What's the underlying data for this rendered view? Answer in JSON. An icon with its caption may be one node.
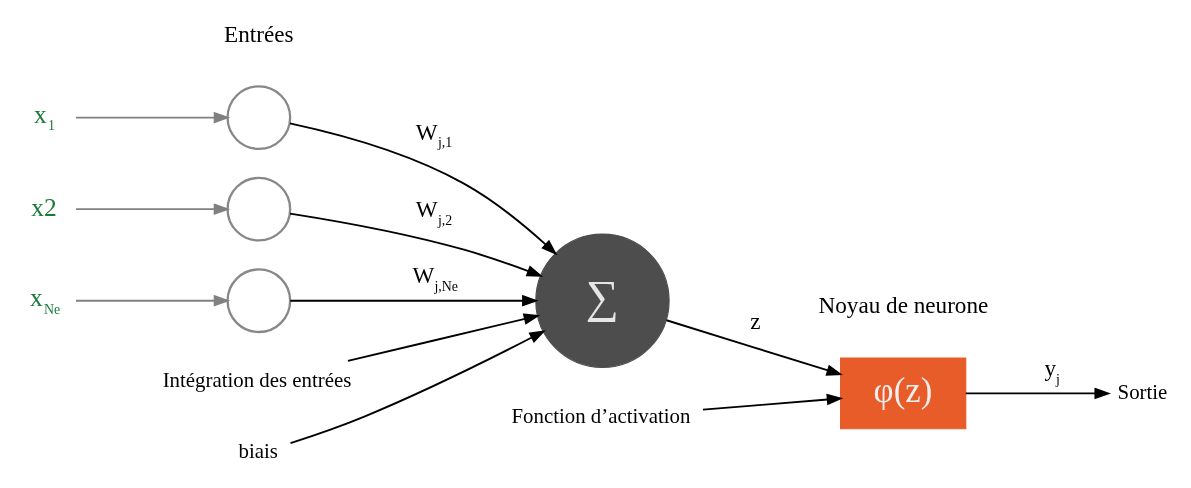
{
  "diagram": {
    "nodes": [
      {
        "text": [
          "x$_{1}$"
        ]
      },
      {
        "text": [
          "x2"
        ]
      },
      {
        "text": [
          "x$_{Ne}$"
        ]
      },
      {
        "text": [],
        "shape": "circle"
      },
      {
        "text": [],
        "shape": "circle"
      },
      {
        "text": [],
        "shape": "circle"
      },
      {
        "text": [
          "∑"
        ]
      },
      {
        "text": [
          "φ(z)"
        ]
      },
      {
        "text": [
          "Sortie"
        ]
      },
      {
        "text": [
          "Intégration des entrées"
        ]
      },
      {
        "text": [
          "biais"
        ]
      },
      {
        "text": [
          "Fonction d’activation"
        ]
      }
    ],
    "edges": [
      {
        "from": 0,
        "to": 3,
        "arrow": "to",
        "color": "#808080"
      },
      {
        "from": 1,
        "to": 4,
        "arrow": "to",
        "color": "#808080"
      },
      {
        "from": 2,
        "to": 5,
        "arrow": "to",
        "color": "#808080"
      },
      {
        "from": 3,
        "to": 6,
        "arrow": "to",
        "label": "W$_{j,1}$"
      },
      {
        "from": 4,
        "to": 6,
        "arrow": "to",
        "label": "W$_{j,2}$"
      },
      {
        "from": 5,
        "to": 6,
        "arrow": "to",
        "label": "W$_{j,Ne}$"
      },
      {
        "from": 6,
        "to": 7,
        "arrow": "to",
        "label": "z"
      },
      {
        "from": 7,
        "to": 8,
        "arrow": "to",
        "label": "y$_{j}$"
      },
      {
        "from": 9,
        "to": 6,
        "arrow": "to"
      },
      {
        "from": 10,
        "to": 6,
        "arrow": "to"
      },
      {
        "from": 11,
        "to": 7,
        "arrow": "to"
      }
    ],
    "labels": [
      "Entrées",
      "Noyau de neurone"
    ]
  }
}
